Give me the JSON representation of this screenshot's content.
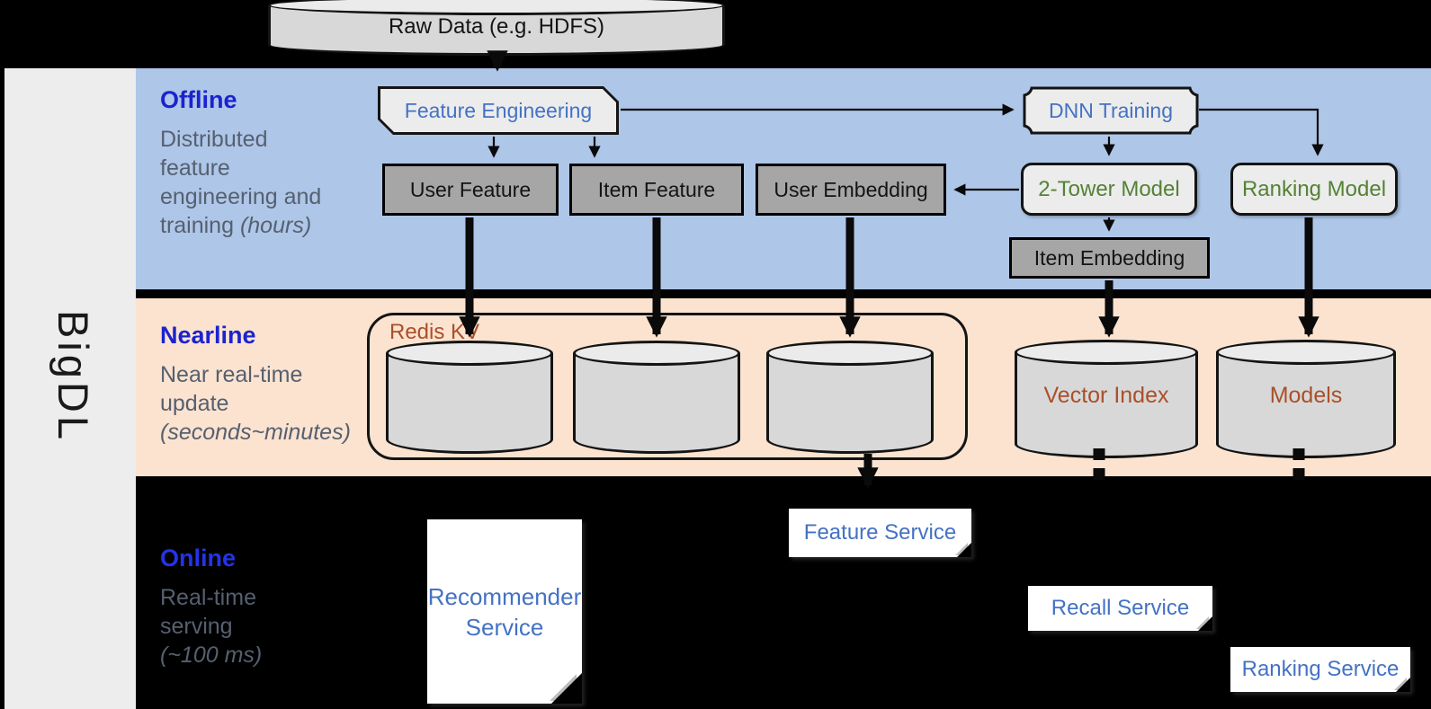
{
  "brand": "BigDL",
  "raw_data_label": "Raw Data (e.g. HDFS)",
  "sections": {
    "offline": {
      "title": "Offline",
      "lines": [
        {
          "text": "Distributed"
        },
        {
          "text": "feature"
        },
        {
          "text": "engineering and"
        },
        {
          "text": "training ",
          "note": "(hours)"
        }
      ]
    },
    "nearline": {
      "title": "Nearline",
      "lines": [
        {
          "text": "Near real-time"
        },
        {
          "text": "update"
        },
        {
          "note": "(seconds~minutes)"
        }
      ]
    },
    "online": {
      "title": "Online",
      "lines": [
        {
          "text": "Real-time"
        },
        {
          "text": "serving"
        },
        {
          "note": "(~100 ms)"
        }
      ]
    }
  },
  "nodes": {
    "feature_engineering": "Feature Engineering",
    "user_feature": "User Feature",
    "item_feature": "Item Feature",
    "user_embedding": "User Embedding",
    "dnn_training": "DNN Training",
    "two_tower_model": "2-Tower Model",
    "ranking_model": "Ranking Model",
    "item_embedding": "Item Embedding",
    "redis_kv": "Redis KV",
    "vector_index": "Vector Index",
    "models": "Models",
    "recommender_service": "Recommender Service",
    "feature_service": "Feature Service",
    "recall_service": "Recall Service",
    "ranking_service": "Ranking Service"
  },
  "colors": {
    "background": "#000000",
    "band_offline": "#AEC6E8",
    "band_nearline": "#FBE3D0",
    "sidebar": "#EDEDED",
    "section_title_blue": "#1B23CF",
    "section_text_gray": "#566070",
    "node_text_blue": "#4472C4",
    "node_text_green": "#548235",
    "node_text_brown": "#A9502A",
    "gray_node_fill": "#A6A6A6",
    "light_node_fill": "#ECECEC"
  }
}
